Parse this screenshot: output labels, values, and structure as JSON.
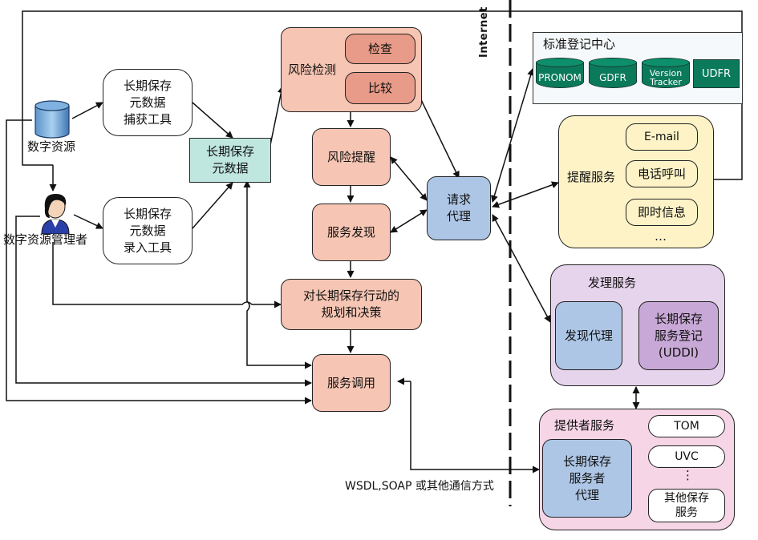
{
  "nodes": {
    "digital_resource": "数字资源",
    "manager": "数字资源管理者",
    "capture_tool": [
      "长期保存",
      "元数据",
      "捕获工具"
    ],
    "entry_tool": [
      "长期保存",
      "元数据",
      "录入工具"
    ],
    "metadata": [
      "长期保存",
      "元数据"
    ],
    "risk_detect": "风险检测",
    "check": "检查",
    "compare": "比较",
    "risk_alert": "风险提醒",
    "service_discovery": "服务发现",
    "planning": [
      "对长期保存行动的",
      "规划和决策"
    ],
    "service_invoke": "服务调用",
    "request_proxy": [
      "请求",
      "代理"
    ],
    "comm_label": "WSDL,SOAP 或其他通信方式",
    "internet": "Internet"
  },
  "registry": {
    "title": "标准登记中心",
    "items": [
      {
        "name": "PRONOM",
        "lines": [
          "PRONOM"
        ]
      },
      {
        "name": "GDFR",
        "lines": [
          "GDFR"
        ]
      },
      {
        "name": "Version Tracker",
        "lines": [
          "Version",
          "Tracker"
        ]
      },
      {
        "name": "UDFR",
        "lines": [
          "UDFR"
        ]
      }
    ]
  },
  "alert_service": {
    "title": "提醒服务",
    "items": [
      "E-mail",
      "电话呼叫",
      "即时信息"
    ],
    "more": "…"
  },
  "discovery_service": {
    "title": "发理服务",
    "proxy": "发现代理",
    "registry": [
      "长期保存",
      "服务登记",
      "(UDDI)"
    ]
  },
  "provider_service": {
    "title": "提供者服务",
    "proxy": [
      "长期保存",
      "服务者",
      "代理"
    ],
    "items": [
      "TOM",
      "UVC",
      "⋮"
    ],
    "other": [
      "其他保存",
      "服务"
    ]
  },
  "colors": {
    "salmon": "#f6c5b3",
    "salmon_dark": "#e89b88",
    "teal": "#bfe6df",
    "blue": "#aec6e6",
    "cream": "#fdf3c6",
    "lilac": "#e6d3ec",
    "purple": "#c8a8d6",
    "pink": "#f5d5e6",
    "disk_green": "#0a7a5b"
  }
}
